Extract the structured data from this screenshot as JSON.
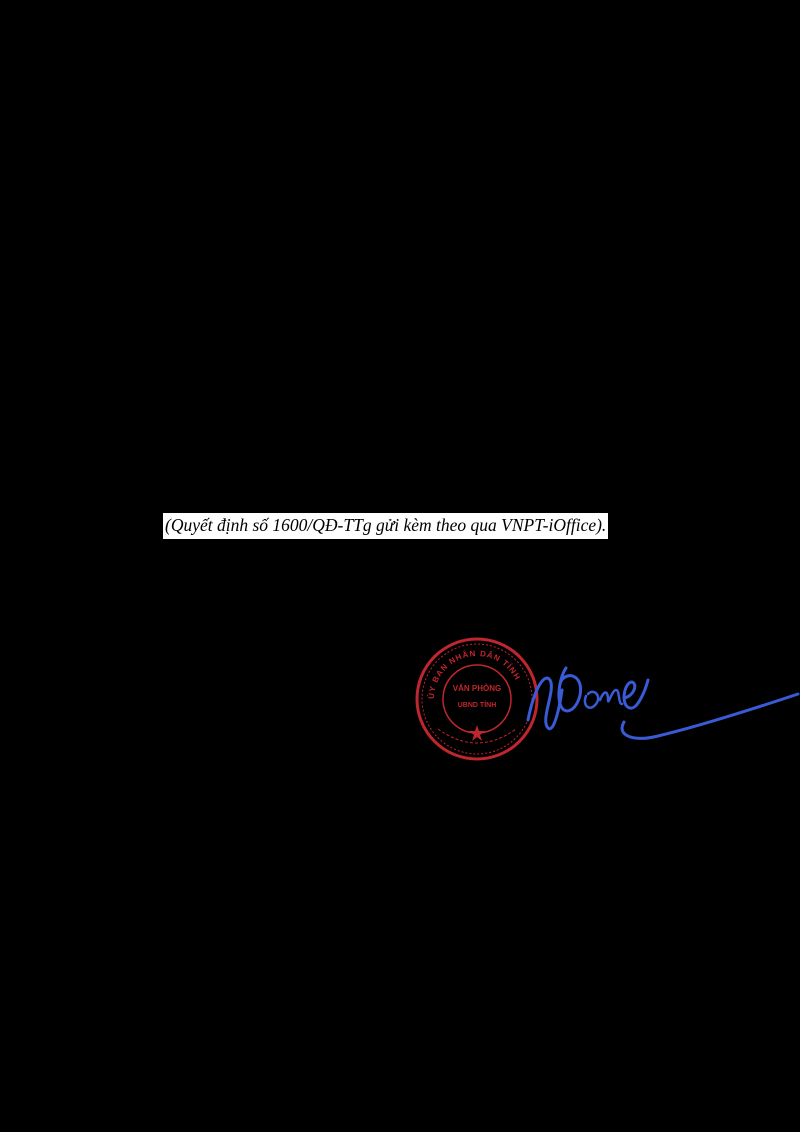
{
  "document": {
    "attachment_note": "(Quyết định số 1600/QĐ-TTg gửi kèm theo qua VNPT-iOffice).",
    "seal": {
      "outer_text": "ỦY BAN NHÂN DÂN TỈNH",
      "center_line_1": "VĂN PHÒNG",
      "center_line_2": "UBND TỈNH",
      "color": "#c0262d"
    },
    "signature": {
      "color": "#3a5bd6"
    }
  }
}
